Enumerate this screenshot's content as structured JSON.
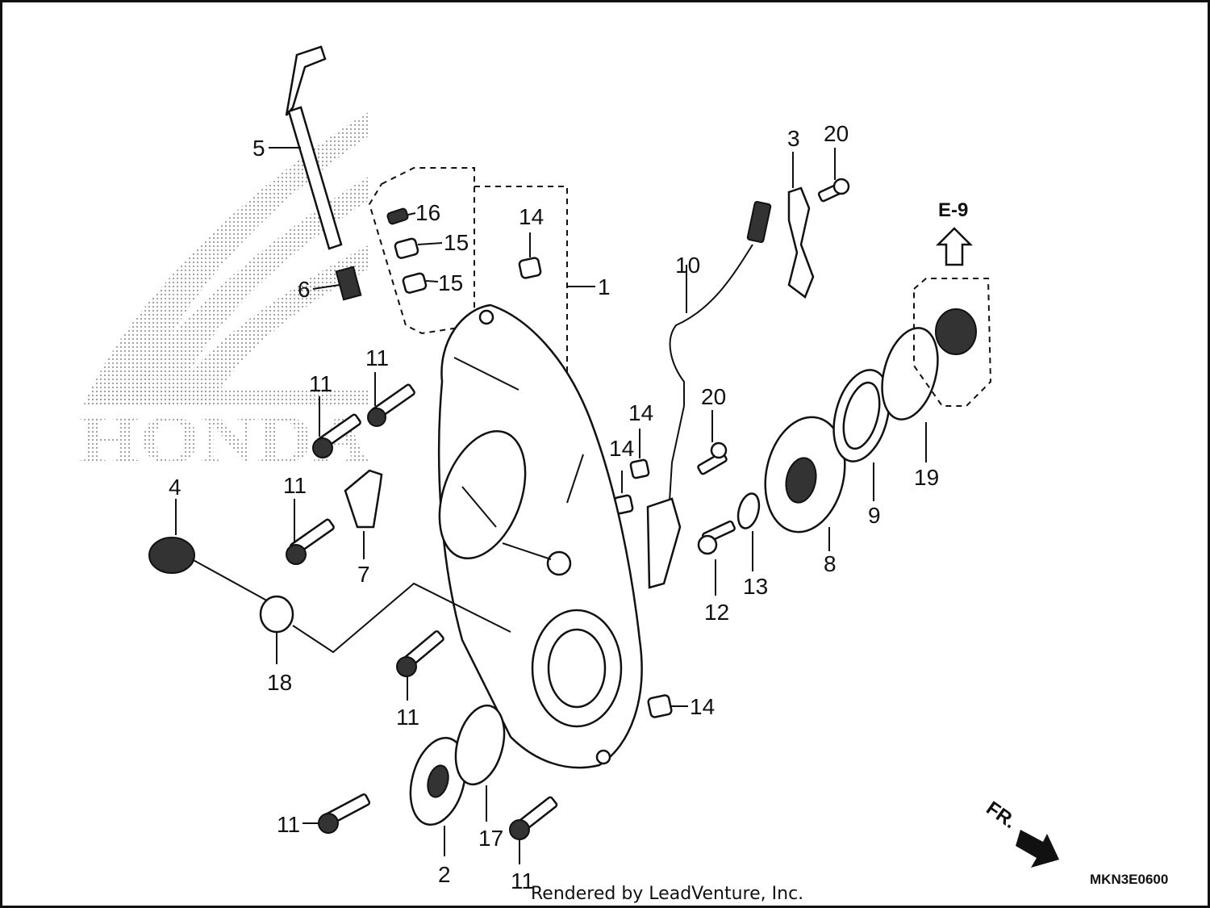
{
  "diagram": {
    "watermark": "HONDA",
    "callouts": [
      "1",
      "2",
      "3",
      "4",
      "5",
      "6",
      "7",
      "8",
      "9",
      "10",
      "11",
      "12",
      "13",
      "14",
      "15",
      "16",
      "17",
      "18",
      "19",
      "20"
    ],
    "reference": "E-9",
    "direction": "FR.",
    "code": "MKN3E0600"
  },
  "footer": {
    "credit": "Rendered by LeadVenture, Inc."
  }
}
